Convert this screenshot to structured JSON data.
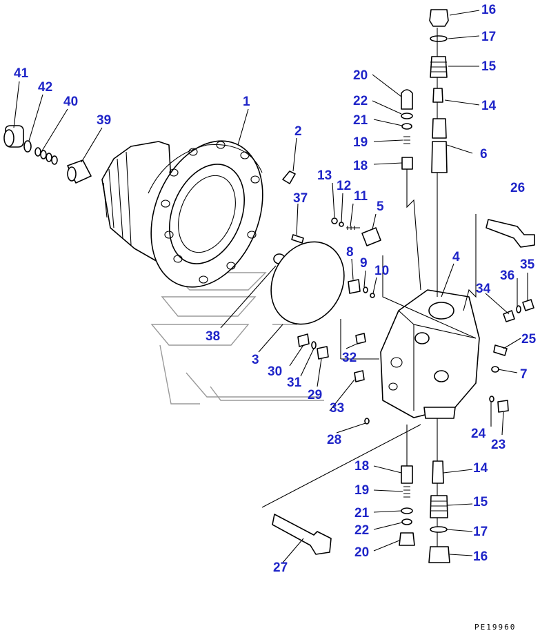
{
  "drawing_code": "PE19960",
  "colors": {
    "callout": "#1f25c8",
    "line": "#000000",
    "watermark": "#9a9a9a"
  },
  "callouts": [
    {
      "id": "c1",
      "label": "1"
    },
    {
      "id": "c2",
      "label": "2"
    },
    {
      "id": "c3",
      "label": "3"
    },
    {
      "id": "c4",
      "label": "4"
    },
    {
      "id": "c5",
      "label": "5"
    },
    {
      "id": "c6",
      "label": "6"
    },
    {
      "id": "c7",
      "label": "7"
    },
    {
      "id": "c8",
      "label": "8"
    },
    {
      "id": "c9",
      "label": "9"
    },
    {
      "id": "c10",
      "label": "10"
    },
    {
      "id": "c11",
      "label": "11"
    },
    {
      "id": "c12",
      "label": "12"
    },
    {
      "id": "c13",
      "label": "13"
    },
    {
      "id": "c14a",
      "label": "14"
    },
    {
      "id": "c14b",
      "label": "14"
    },
    {
      "id": "c15a",
      "label": "15"
    },
    {
      "id": "c15b",
      "label": "15"
    },
    {
      "id": "c16a",
      "label": "16"
    },
    {
      "id": "c16b",
      "label": "16"
    },
    {
      "id": "c17a",
      "label": "17"
    },
    {
      "id": "c17b",
      "label": "17"
    },
    {
      "id": "c18a",
      "label": "18"
    },
    {
      "id": "c18b",
      "label": "18"
    },
    {
      "id": "c19a",
      "label": "19"
    },
    {
      "id": "c19b",
      "label": "19"
    },
    {
      "id": "c20a",
      "label": "20"
    },
    {
      "id": "c20b",
      "label": "20"
    },
    {
      "id": "c21a",
      "label": "21"
    },
    {
      "id": "c21b",
      "label": "21"
    },
    {
      "id": "c22a",
      "label": "22"
    },
    {
      "id": "c22b",
      "label": "22"
    },
    {
      "id": "c23",
      "label": "23"
    },
    {
      "id": "c24",
      "label": "24"
    },
    {
      "id": "c25",
      "label": "25"
    },
    {
      "id": "c26",
      "label": "26"
    },
    {
      "id": "c27",
      "label": "27"
    },
    {
      "id": "c28",
      "label": "28"
    },
    {
      "id": "c29",
      "label": "29"
    },
    {
      "id": "c30",
      "label": "30"
    },
    {
      "id": "c31",
      "label": "31"
    },
    {
      "id": "c32",
      "label": "32"
    },
    {
      "id": "c33",
      "label": "33"
    },
    {
      "id": "c34",
      "label": "34"
    },
    {
      "id": "c35",
      "label": "35"
    },
    {
      "id": "c36",
      "label": "36"
    },
    {
      "id": "c37",
      "label": "37"
    },
    {
      "id": "c38",
      "label": "38"
    },
    {
      "id": "c39",
      "label": "39"
    },
    {
      "id": "c40",
      "label": "40"
    },
    {
      "id": "c41",
      "label": "41"
    },
    {
      "id": "c42",
      "label": "42"
    }
  ]
}
